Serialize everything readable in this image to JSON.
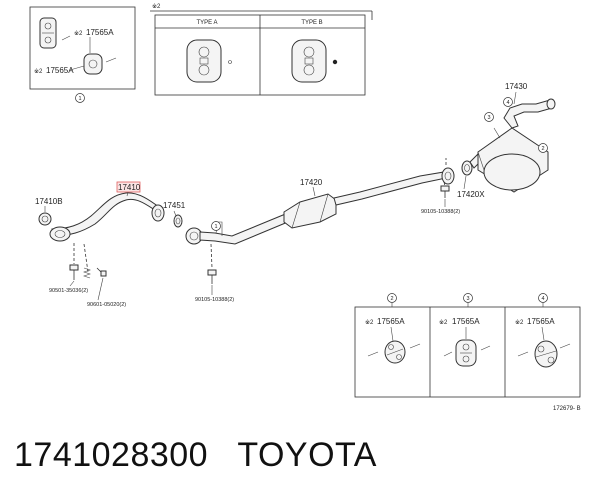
{
  "caption": {
    "part_number": "1741028300",
    "brand": "TOYOTA"
  },
  "note_mark": "※2",
  "callouts": {
    "c1": "1",
    "c2": "2",
    "c3": "3",
    "c4": "4"
  },
  "type_table": {
    "type_a": "TYPE A",
    "type_b": "TYPE B"
  },
  "parts": {
    "p17565A": "17565A",
    "p17410": "17410",
    "p17410B": "17410B",
    "p17451": "17451",
    "p17420": "17420",
    "p17420X": "17420X",
    "p17430": "17430",
    "b90105_1": "90105-10388(2)",
    "b90105_2": "90105-10388(2)",
    "b90501": "90501-35036(2)",
    "b90601": "90601-05020(2)"
  },
  "figure_code": "172679- B",
  "colors": {
    "highlight_fill": "#fbe4e4",
    "highlight_stroke": "#e06060",
    "line": "#333333"
  }
}
